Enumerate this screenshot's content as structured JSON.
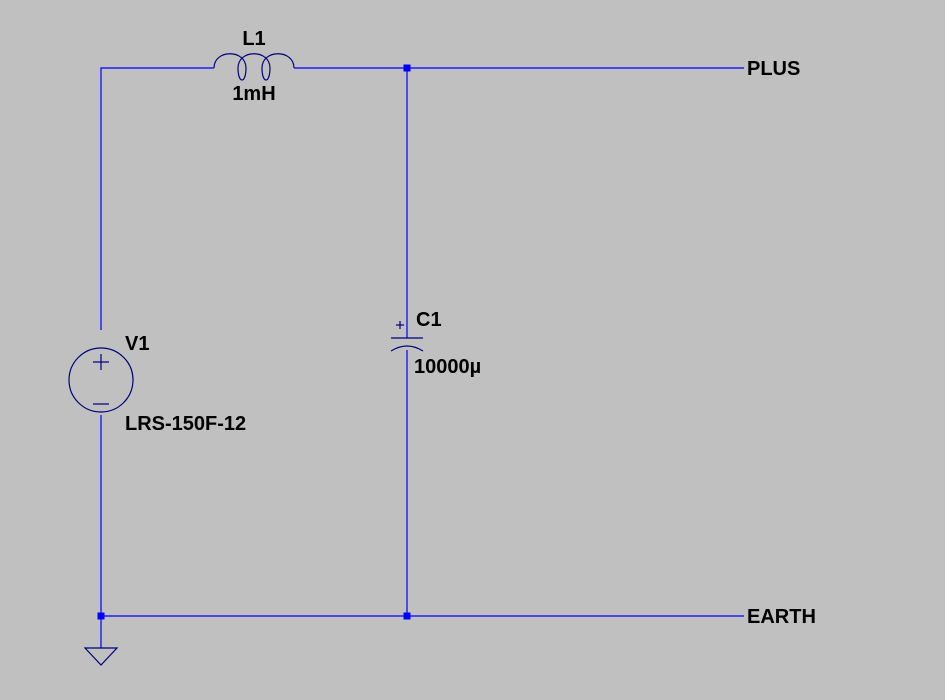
{
  "schematic": {
    "colors": {
      "background": "#c0c0c0",
      "wire": "#0000ff",
      "component": "#00007a",
      "text": "#000000"
    },
    "components": {
      "inductor": {
        "ref": "L1",
        "value": "1mH"
      },
      "capacitor": {
        "ref": "C1",
        "value": "10000µ"
      },
      "source": {
        "ref": "V1",
        "value": "LRS-150F-12"
      }
    },
    "nets": {
      "plus": "PLUS",
      "earth": "EARTH"
    }
  }
}
